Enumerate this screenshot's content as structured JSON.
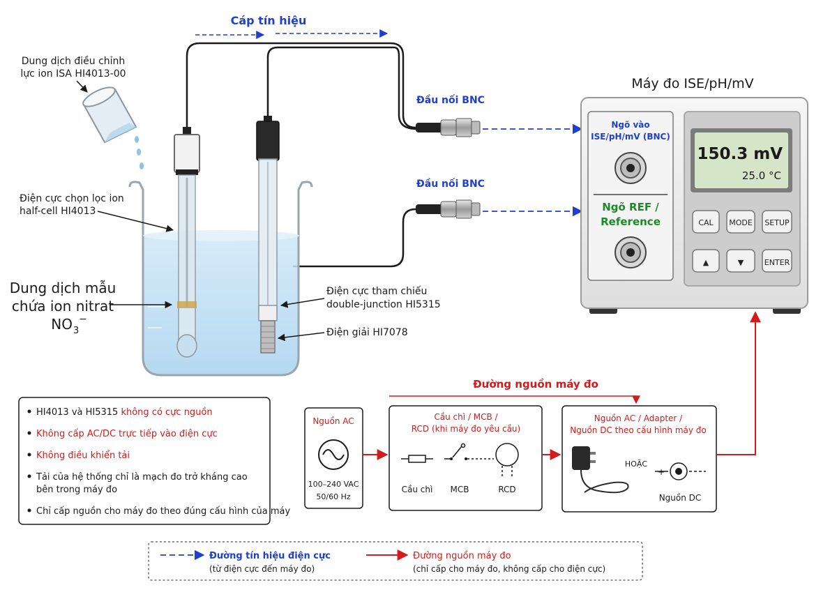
{
  "colors": {
    "signal": "#1f3fd0",
    "power": "#d41a1a",
    "reference_label": "#1d8a2a",
    "water": "#bfe0f5",
    "lcd": "#d6e4c8"
  },
  "labels": {
    "signal_cable": "Cáp tín hiệu",
    "isa_line1": "Dung dịch điều chỉnh",
    "isa_line2": "lực ion ISA HI4013-00",
    "ise_line1": "Điện cực chọn lọc ion",
    "ise_line2": "half-cell HI4013",
    "sample_line1": "Dung dịch mẫu",
    "sample_line2": "chứa ion nitrat",
    "sample_line3": "NO",
    "sample_sub": "3",
    "sample_sup": "−",
    "ref_line1": "Điện cực tham chiếu",
    "ref_line2": "double-junction HI5315",
    "electrolyte": "Điện giải HI7078",
    "bnc_top": "Đầu nối BNC",
    "bnc_bottom": "Đầu nối BNC"
  },
  "meter": {
    "title": "Máy đo ISE/pH/mV",
    "input_line1": "Ngõ vào",
    "input_line2": "ISE/pH/mV (BNC)",
    "ref_line1": "Ngõ REF /",
    "ref_line2": "Reference",
    "display_value": "150.3 mV",
    "display_temp": "25.0 °C",
    "buttons": [
      "CAL",
      "MODE",
      "SETUP",
      "▲",
      "▼",
      "ENTER"
    ]
  },
  "notes": [
    {
      "parts": [
        {
          "text": "HI4013 và HI5315 ",
          "color": "#1a1a1a"
        },
        {
          "text": "không có cực nguồn",
          "color": "#d41a1a"
        }
      ]
    },
    {
      "parts": [
        {
          "text": "Không cấp AC/DC trực tiếp vào điện cực",
          "color": "#d41a1a"
        }
      ]
    },
    {
      "parts": [
        {
          "text": "Không điều khiển tải",
          "color": "#d41a1a"
        }
      ]
    },
    {
      "parts": [
        {
          "text": "Tải của hệ thống chỉ là mạch đo trở kháng cao",
          "color": "#1a1a1a"
        }
      ],
      "cont": "bên trong máy đo"
    },
    {
      "parts": [
        {
          "text": "Chỉ cấp nguồn cho máy đo theo đúng cấu hình của máy",
          "color": "#1a1a1a"
        }
      ]
    }
  ],
  "power": {
    "path_label": "Đường nguồn máy đo",
    "ac_title": "Nguồn AC",
    "ac_spec1": "100–240 VAC",
    "ac_spec2": "50/60 Hz",
    "protect_title1": "Cầu chì / MCB /",
    "protect_title2": "RCD (khi máy đo yêu cầu)",
    "fuse": "Cầu chì",
    "mcb": "MCB",
    "rcd": "RCD",
    "supply_title1": "Nguồn AC / Adapter /",
    "supply_title2": "Nguồn DC theo cấu hình máy đo",
    "or": "HOẶC",
    "dc": "Nguồn DC"
  },
  "legend": {
    "signal_title": "Đường tín hiệu điện cực",
    "signal_desc": "(từ điện cực đến máy đo)",
    "power_title": "Đường nguồn máy đo",
    "power_desc": "(chỉ cấp cho máy đo, không cấp cho điện cực)"
  }
}
